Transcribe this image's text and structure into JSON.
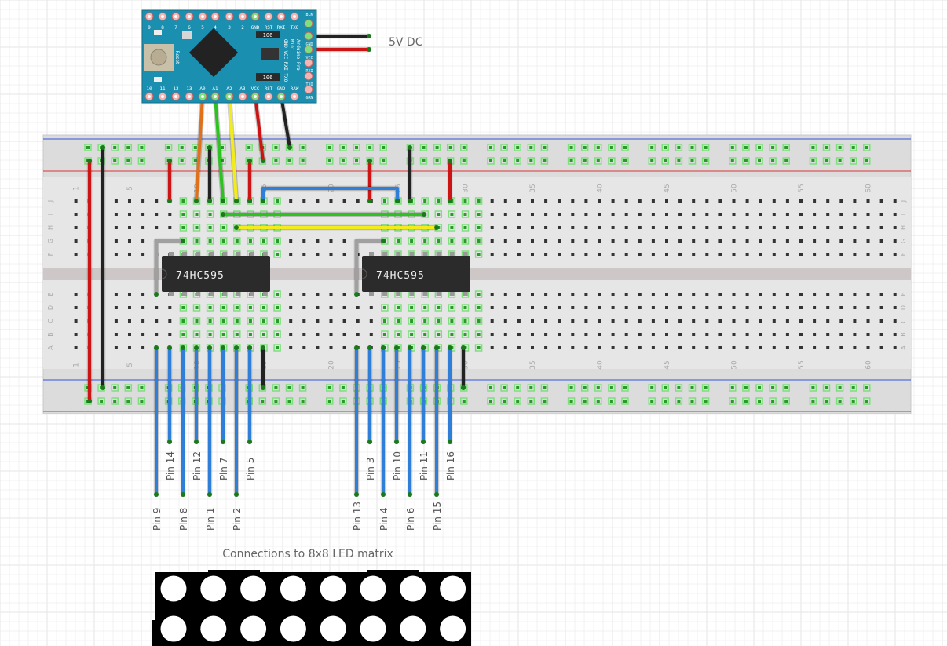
{
  "arduino": {
    "name": "Arduino Pro Mini",
    "top_pins": [
      "9",
      "8",
      "7",
      "6",
      "5",
      "4",
      "3",
      "2",
      "GND",
      "RST",
      "RXI",
      "TXO"
    ],
    "bottom_pins": [
      "10",
      "11",
      "12",
      "13",
      "A0",
      "A1",
      "A2",
      "A3",
      "VCC",
      "RST",
      "GND",
      "RAW"
    ],
    "right_pins": [
      "BLK",
      "GND",
      "VCC",
      "RXI",
      "TXO",
      "GRN"
    ],
    "left_label": "Reset",
    "cap_label_1": "106",
    "cap_label_2": "106",
    "board_text": [
      "GND VCC RXI TXO",
      "Mini",
      "Arduino Pro"
    ]
  },
  "power": {
    "label": "5V DC"
  },
  "breadboard": {
    "row_letters_top": [
      "J",
      "I",
      "H",
      "G",
      "F"
    ],
    "row_letters_bottom": [
      "E",
      "D",
      "C",
      "B",
      "A"
    ],
    "column_numbers": [
      "1",
      "5",
      "10",
      "15",
      "20",
      "25",
      "30",
      "35",
      "40",
      "45",
      "50",
      "55",
      "60"
    ]
  },
  "chips": [
    {
      "label": "74HC595"
    },
    {
      "label": "74HC595"
    }
  ],
  "pin_labels_upper": [
    "Pin 14",
    "Pin 12",
    "Pin 7",
    "Pin 5",
    "Pin 3",
    "Pin 10",
    "Pin 11",
    "Pin 16"
  ],
  "pin_labels_lower": [
    "Pin 9",
    "Pin 8",
    "Pin 1",
    "Pin 2",
    "Pin 13",
    "Pin 4",
    "Pin 6",
    "Pin 15"
  ],
  "matrix": {
    "caption": "Connections to 8x8 LED matrix",
    "columns": 8,
    "visible_rows": 2
  },
  "colors": {
    "red": "#cc1414",
    "black": "#222222",
    "green": "#2cc21f",
    "yellow": "#f2ec1a",
    "orange": "#e0701a",
    "blue": "#2f7ed8",
    "gray": "#a0a0a0",
    "arduino": "#1b8fb0",
    "grid": "#e6e6e6",
    "rail_blue": "#3355dd",
    "rail_red": "#dd3333"
  }
}
